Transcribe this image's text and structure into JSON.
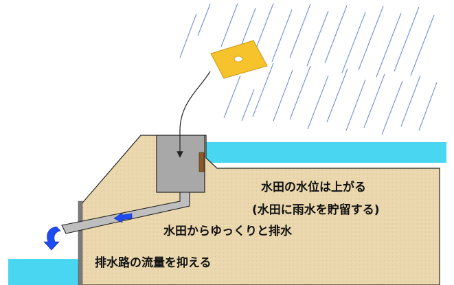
{
  "labels": {
    "water_level_rise": "水田の水位は上がる",
    "store_rain": "(水田に雨水を貯留する)",
    "drain_slowly": "水田からゆっくりと排水",
    "suppress_flow": "排水路の流量を抑える"
  },
  "colors": {
    "soil": "#EAD7AE",
    "paddy_water": "#49D6F1",
    "canal_water": "#49D6F1",
    "plate": "#F6C32C",
    "flow_arrow": "#1E4BF2",
    "rain": "#6F8FD9",
    "box": "#A8A8A8",
    "pipe": "#BEBEBE",
    "wall": "#7A7A7A"
  },
  "icons": [
    "rain-streaks",
    "orifice-plate-icon",
    "drop-arrow-icon",
    "flow-arrow-icon",
    "outflow-arrow-icon"
  ]
}
